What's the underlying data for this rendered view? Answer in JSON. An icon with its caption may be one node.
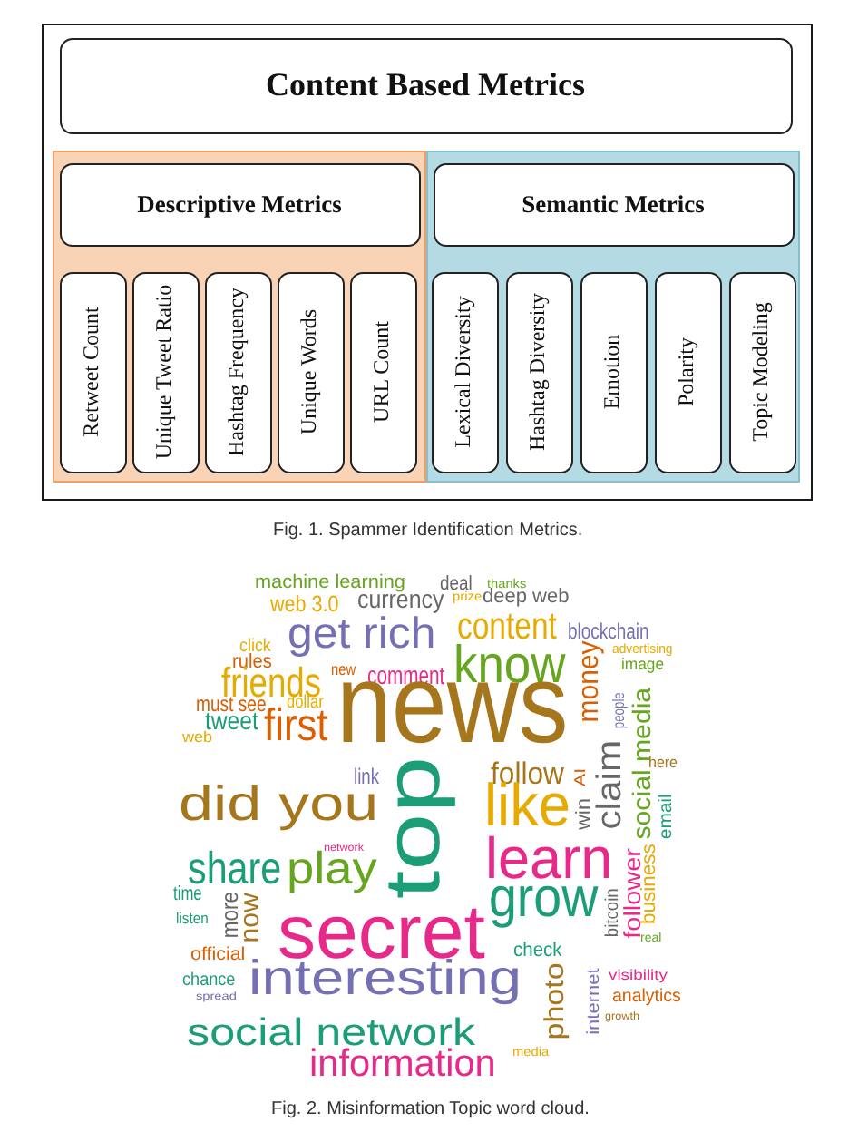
{
  "diagram": {
    "nodes": [
      {
        "text": [],
        "shape": "box"
      },
      {
        "text": [
          "Content Based Metrics"
        ],
        "in": 0
      },
      {
        "text": [],
        "shape": "box",
        "in": 0
      },
      {
        "text": [
          "Descriptive Metrics"
        ],
        "in": 2
      },
      {
        "text": [
          "Retweet Count"
        ],
        "in": 2
      },
      {
        "text": [
          "Unique Tweet Ratio"
        ],
        "in": 2
      },
      {
        "text": [
          "Hashtag Frequency"
        ],
        "in": 2
      },
      {
        "text": [
          "Unique Words"
        ],
        "in": 2
      },
      {
        "text": [
          "URL Count"
        ],
        "in": 2
      },
      {
        "text": [],
        "shape": "box",
        "in": 0
      },
      {
        "text": [
          "Semantic Metrics"
        ],
        "in": 9
      },
      {
        "text": [
          "Lexical Diversity"
        ],
        "in": 9
      },
      {
        "text": [
          "Hashtag Diversity"
        ],
        "in": 9
      },
      {
        "text": [
          "Emotion"
        ],
        "in": 9
      },
      {
        "text": [
          "Polarity"
        ],
        "in": 9
      },
      {
        "text": [
          "Topic Modeling"
        ],
        "in": 9
      }
    ],
    "labels": [
      "Fig. 1. Spammer Identification Metrics.",
      "machine learning",
      "deal",
      "thanks",
      "web 3.0",
      "currency",
      "prize",
      "deep web",
      "get rich",
      "content",
      "blockchain",
      "click",
      "know",
      "money",
      "advertising",
      "rules",
      "image",
      "friends",
      "new",
      "comment",
      "must see",
      "dollar",
      "news",
      "people",
      "social media",
      "tweet",
      "first",
      "web",
      "claim",
      "here",
      "link",
      "follow",
      "AI",
      "did you",
      "like",
      "win",
      "email",
      "top",
      "network",
      "share",
      "play",
      "learn",
      "follower",
      "business",
      "grow",
      "bitcoin",
      "time",
      "more",
      "now",
      "listen",
      "secret",
      "real",
      "official",
      "check",
      "chance",
      "spread",
      "interesting",
      "photo",
      "internet",
      "visibility",
      "analytics",
      "social network",
      "growth",
      "information",
      "media",
      "Fig. 2. Misinformation Topic word cloud."
    ]
  }
}
